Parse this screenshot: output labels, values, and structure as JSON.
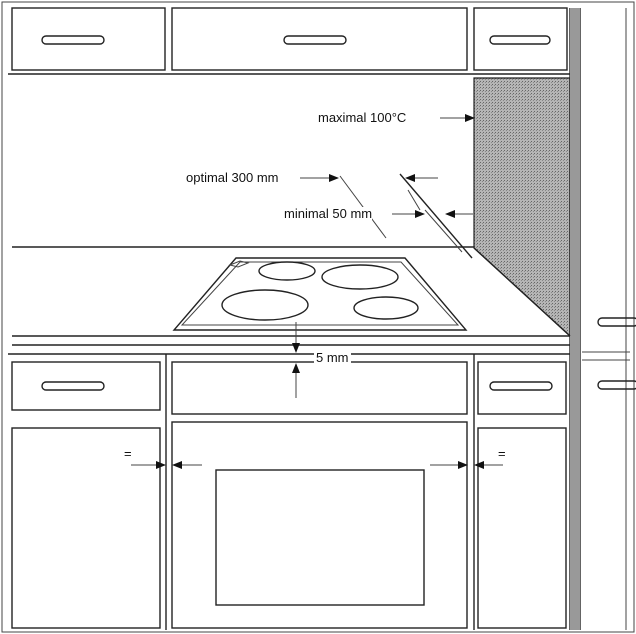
{
  "labels": {
    "max_temp": "maximal 100°C",
    "optimal": "optimal 300 mm",
    "minimal": "minimal 50 mm",
    "gap": "5 mm",
    "equal_left": "=",
    "equal_right": "="
  },
  "colors": {
    "line": "#222222",
    "wall_hatch": "#9a9a9a"
  }
}
